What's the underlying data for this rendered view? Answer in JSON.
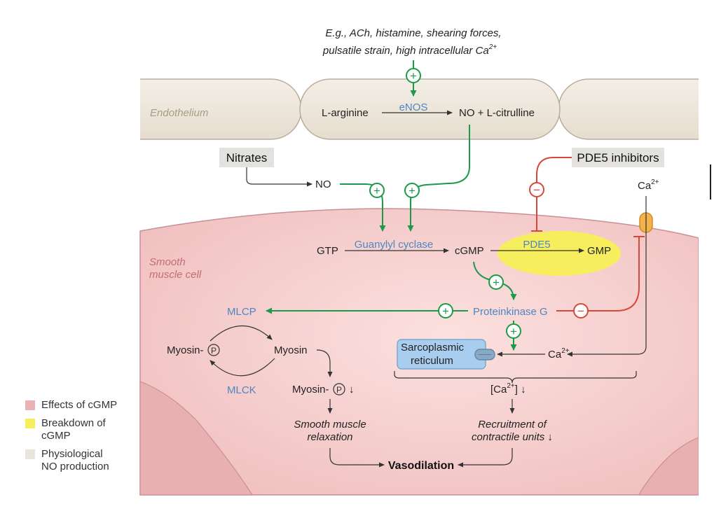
{
  "stimuli": {
    "line1": "E.g., ACh, histamine, shearing forces,",
    "line2": "pulsatile strain, high intracellular Ca",
    "line2_sup": "2+"
  },
  "regions": {
    "endothelium": "Endothelium",
    "smooth_muscle_1": "Smooth",
    "smooth_muscle_2": "muscle cell"
  },
  "endothelial_reaction": {
    "substrate": "L-arginine",
    "enzyme": "eNOS",
    "product": "NO + L-citrulline"
  },
  "boxes": {
    "nitrates": "Nitrates",
    "pde5_inhibitors": "PDE5 inhibitors"
  },
  "nodes": {
    "no": "NO",
    "gtp": "GTP",
    "guanylyl_cyclase": "Guanylyl cyclase",
    "cgmp": "cGMP",
    "pde5": "PDE5",
    "gmp": "GMP",
    "ca_ext": "Ca",
    "ca_ext_sup": "2+",
    "mlcp": "MLCP",
    "proteinkinase_g": "Proteinkinase G",
    "myosin_p": "Myosin-",
    "p_symbol": "P",
    "myosin": "Myosin",
    "mlck": "MLCK",
    "sr_line1": "Sarcoplasmic",
    "sr_line2": "reticulum",
    "ca_int": "Ca",
    "ca_int_sup": "2+",
    "myosin_p_down": "Myosin-",
    "down_arrow": "↓",
    "ca_conc_open": "[Ca",
    "ca_conc_sup": "2+",
    "ca_conc_close": "] ↓",
    "relax_1": "Smooth muscle",
    "relax_2": "relaxation",
    "recruit_1": "Recruitment of",
    "recruit_2": "contractile units ↓",
    "vasodilation": "Vasodilation"
  },
  "signs": {
    "plus": "+",
    "minus": "−"
  },
  "legend": [
    {
      "label_line1": "Effects of cGMP",
      "label_line2": "",
      "color": "#e8b3b3"
    },
    {
      "label_line1": "Breakdown of",
      "label_line2": "cGMP",
      "color": "#f6ee5c"
    },
    {
      "label_line1": "Physiological",
      "label_line2": "NO production",
      "color": "#e9e4dc"
    }
  ],
  "colors": {
    "activation": "#1c9a4a",
    "inhibition": "#d9473b",
    "enzyme_text": "#4f86c2",
    "endothelium_fill": "#ede6dc",
    "smooth_muscle_fill": "#f2c4c4",
    "pde5_fill": "#f6ee5c",
    "sr_fill": "#a9cdee"
  }
}
